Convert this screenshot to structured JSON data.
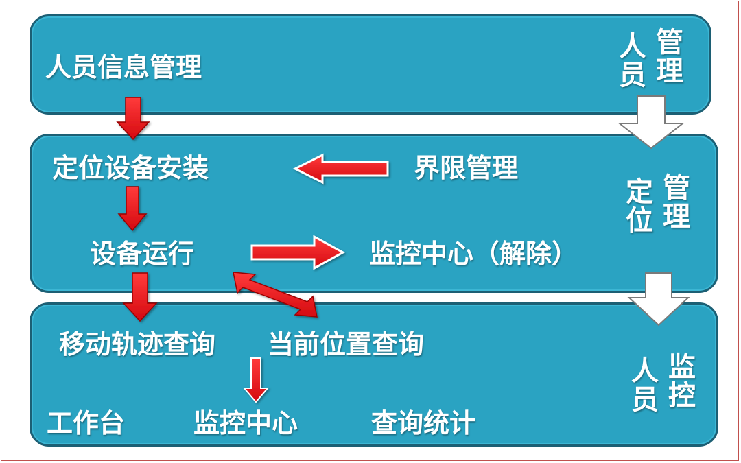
{
  "panels": {
    "top": {
      "main_label": "人员信息管理",
      "side_label": [
        "人",
        "管",
        "员",
        "理"
      ]
    },
    "middle": {
      "install_label": "定位设备安装",
      "boundary_label": "界限管理",
      "run_label": "设备运行",
      "monitor_release_label": "监控中心（解除）",
      "side_label": [
        "定",
        "管",
        "位",
        "理"
      ]
    },
    "bottom": {
      "track_label": "移动轨迹查询",
      "position_label": "当前位置查询",
      "workbench_label": "工作台",
      "monitor_label": "监控中心",
      "stats_label": "查询统计",
      "side_label": [
        "人",
        "监",
        "员",
        "控"
      ]
    }
  },
  "colors": {
    "panel_fill": "#2aa3c2",
    "panel_border": "#1c5f74",
    "text": "#ffffff",
    "arrow_red": "#e8141b",
    "arrow_outline": "#7a7a7a",
    "frame": "#c0504d"
  }
}
